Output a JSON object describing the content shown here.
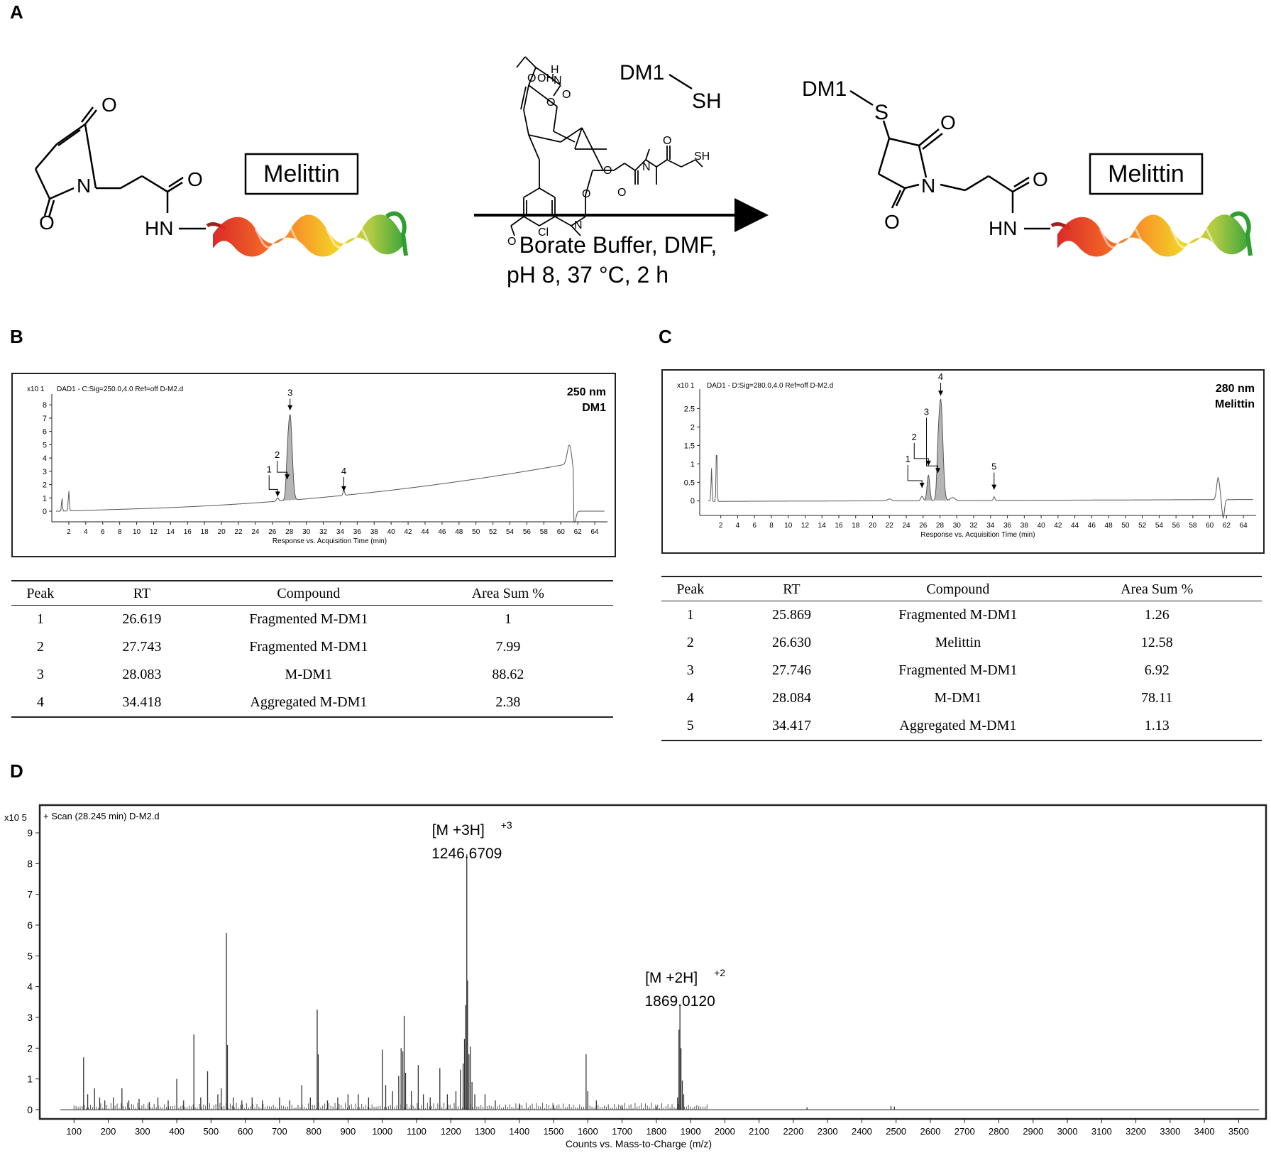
{
  "panel_labels": {
    "a": "A",
    "b": "B",
    "c": "C",
    "d": "D"
  },
  "scheme": {
    "reactant_box": "Melittin",
    "product_box": "Melittin",
    "reagent_label": "DM1",
    "reagent_sh": "SH",
    "product_dm1": "DM1",
    "product_s": "S",
    "conditions_line1": "Borate Buffer, DMF,",
    "conditions_line2": "pH 8, 37 °C, 2 h",
    "atoms": {
      "o": "O",
      "n": "N",
      "hn": "HN",
      "oh": "OH",
      "h": "H",
      "cl": "Cl",
      "sh": "SH"
    }
  },
  "chart_data": [
    {
      "id": "B",
      "type": "line",
      "header": "DAD1 - C:Sig=250.0,4.0  Ref=off D-M2.d",
      "y_exponent": "x10 1",
      "title_line1": "250 nm",
      "title_line2": "DM1",
      "xlabel": "Response vs. Acquisition Time (min)",
      "xlim": [
        0,
        65.5
      ],
      "ylim": [
        -0.8,
        8.6
      ],
      "x_ticks": [
        2,
        4,
        6,
        8,
        10,
        12,
        14,
        16,
        18,
        20,
        22,
        24,
        26,
        28,
        30,
        32,
        34,
        36,
        38,
        40,
        42,
        44,
        46,
        48,
        50,
        52,
        54,
        56,
        58,
        60,
        62,
        64
      ],
      "y_ticks": [
        0,
        1,
        2,
        3,
        4,
        5,
        6,
        7,
        8
      ],
      "peaks": [
        {
          "label": "1",
          "x": 26.619
        },
        {
          "label": "2",
          "x": 27.743
        },
        {
          "label": "3",
          "x": 28.083
        },
        {
          "label": "4",
          "x": 34.418
        }
      ]
    },
    {
      "id": "C",
      "type": "line",
      "header": "DAD1 - D:Sig=280.0,4.0  Ref=off D-M2.d",
      "y_exponent": "x10 1",
      "title_line1": "280 nm",
      "title_line2": "Melittin",
      "xlabel": "Response vs. Acquisition Time (min)",
      "xlim": [
        -0.5,
        65.5
      ],
      "ylim": [
        -0.4,
        2.95
      ],
      "x_ticks": [
        2,
        4,
        6,
        8,
        10,
        12,
        14,
        16,
        18,
        20,
        22,
        24,
        26,
        28,
        30,
        32,
        34,
        36,
        38,
        40,
        42,
        44,
        46,
        48,
        50,
        52,
        54,
        56,
        58,
        60,
        62,
        64
      ],
      "y_ticks": [
        0,
        0.5,
        1,
        1.5,
        2,
        2.5
      ],
      "y_tick_labels": [
        "0",
        "0.5",
        "1",
        "1.5",
        "2",
        "2.5"
      ],
      "peaks": [
        {
          "label": "1",
          "x": 25.869
        },
        {
          "label": "2",
          "x": 26.63
        },
        {
          "label": "3",
          "x": 27.746
        },
        {
          "label": "4",
          "x": 28.084
        },
        {
          "label": "5",
          "x": 34.417
        }
      ]
    },
    {
      "id": "D",
      "type": "bar",
      "header": "+ Scan (28.245 min) D-M2.d",
      "y_exponent": "x10 5",
      "xlabel": "Counts vs. Mass-to-Charge (m/z)",
      "xlim": [
        0,
        3580
      ],
      "ylim": [
        -0.3,
        9.9
      ],
      "x_ticks": [
        100,
        200,
        300,
        400,
        500,
        600,
        700,
        800,
        900,
        1000,
        1100,
        1200,
        1300,
        1400,
        1500,
        1600,
        1700,
        1800,
        1900,
        2000,
        2100,
        2200,
        2300,
        2400,
        2500,
        2600,
        2700,
        2800,
        2900,
        3000,
        3100,
        3200,
        3300,
        3400,
        3500
      ],
      "y_ticks": [
        0,
        1,
        2,
        3,
        4,
        5,
        6,
        7,
        8,
        9
      ],
      "annotations": [
        {
          "ion": "[M +3H]",
          "charge": "+3",
          "mz": "1246.6709",
          "x": 1246.6709
        },
        {
          "ion": "[M +2H]",
          "charge": "+2",
          "mz": "1869.0120",
          "x": 1869.012
        }
      ],
      "peaks": [
        [
          128,
          1.7
        ],
        [
          140,
          0.5
        ],
        [
          160,
          0.7
        ],
        [
          175,
          0.4
        ],
        [
          190,
          0.3
        ],
        [
          215,
          0.4
        ],
        [
          240,
          0.7
        ],
        [
          260,
          0.3
        ],
        [
          290,
          0.35
        ],
        [
          320,
          0.25
        ],
        [
          345,
          0.4
        ],
        [
          375,
          0.3
        ],
        [
          400,
          1.0
        ],
        [
          420,
          0.3
        ],
        [
          450,
          2.45
        ],
        [
          470,
          0.4
        ],
        [
          490,
          1.25
        ],
        [
          520,
          0.5
        ],
        [
          530,
          0.7
        ],
        [
          545,
          5.75
        ],
        [
          548,
          2.1
        ],
        [
          565,
          0.4
        ],
        [
          590,
          0.3
        ],
        [
          620,
          0.4
        ],
        [
          650,
          0.3
        ],
        [
          700,
          0.4
        ],
        [
          730,
          0.3
        ],
        [
          765,
          0.8
        ],
        [
          790,
          0.4
        ],
        [
          810,
          3.25
        ],
        [
          813,
          1.8
        ],
        [
          840,
          0.3
        ],
        [
          870,
          0.4
        ],
        [
          900,
          0.5
        ],
        [
          930,
          0.5
        ],
        [
          960,
          0.4
        ],
        [
          1000,
          1.95
        ],
        [
          1010,
          0.8
        ],
        [
          1030,
          0.6
        ],
        [
          1048,
          1.1
        ],
        [
          1055,
          2.0
        ],
        [
          1060,
          1.9
        ],
        [
          1064,
          3.05
        ],
        [
          1068,
          1.2
        ],
        [
          1085,
          0.6
        ],
        [
          1105,
          1.45
        ],
        [
          1120,
          0.5
        ],
        [
          1140,
          0.4
        ],
        [
          1168,
          1.35
        ],
        [
          1190,
          0.5
        ],
        [
          1215,
          0.6
        ],
        [
          1228,
          1.3
        ],
        [
          1236,
          1.5
        ],
        [
          1240,
          2.3
        ],
        [
          1243,
          3.4
        ],
        [
          1246.67,
          8.3
        ],
        [
          1249,
          4.2
        ],
        [
          1253,
          1.8
        ],
        [
          1257,
          2.05
        ],
        [
          1262,
          0.9
        ],
        [
          1270,
          0.5
        ],
        [
          1300,
          0.5
        ],
        [
          1330,
          0.3
        ],
        [
          1400,
          0.2
        ],
        [
          1500,
          0.15
        ],
        [
          1595,
          1.8
        ],
        [
          1600,
          0.6
        ],
        [
          1625,
          0.3
        ],
        [
          1700,
          0.15
        ],
        [
          1800,
          0.1
        ],
        [
          1862,
          0.4
        ],
        [
          1866,
          2.6
        ],
        [
          1869.01,
          3.4
        ],
        [
          1872,
          2.0
        ],
        [
          1876,
          0.95
        ],
        [
          1880,
          0.5
        ],
        [
          2240,
          0.08
        ],
        [
          2485,
          0.12
        ],
        [
          2495,
          0.1
        ]
      ]
    }
  ],
  "table_b": {
    "headers": [
      "Peak",
      "RT",
      "Compound",
      "Area Sum %"
    ],
    "rows": [
      [
        "1",
        "26.619",
        "Fragmented M-DM1",
        "1"
      ],
      [
        "2",
        "27.743",
        "Fragmented M-DM1",
        "7.99"
      ],
      [
        "3",
        "28.083",
        "M-DM1",
        "88.62"
      ],
      [
        "4",
        "34.418",
        "Aggregated M-DM1",
        "2.38"
      ]
    ]
  },
  "table_c": {
    "headers": [
      "Peak",
      "RT",
      "Compound",
      "Area Sum %"
    ],
    "rows": [
      [
        "1",
        "25.869",
        "Fragmented M-DM1",
        "1.26"
      ],
      [
        "2",
        "26.630",
        "Melittin",
        "12.58"
      ],
      [
        "3",
        "27.746",
        "Fragmented M-DM1",
        "6.92"
      ],
      [
        "4",
        "28.084",
        "M-DM1",
        "78.11"
      ],
      [
        "5",
        "34.417",
        "Aggregated M-DM1",
        "1.13"
      ]
    ]
  },
  "colors": {
    "trace": "#555555",
    "fill": "#b5b5b5",
    "axis": "#222222"
  }
}
